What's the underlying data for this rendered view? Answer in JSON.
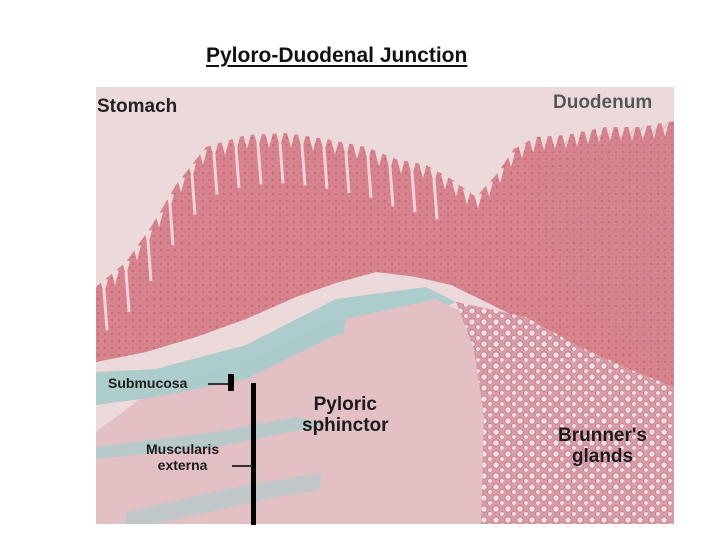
{
  "title": "Pyloro-Duodenal Junction",
  "labels": {
    "stomach": "Stomach",
    "duodenum": "Duodenum",
    "submucosa": "Submucosa",
    "muscularis_line1": "Muscularis",
    "muscularis_line2": "externa",
    "pyloric_line1": "Pyloric",
    "pyloric_line2": "sphinctor",
    "brunners_line1": "Brunner's",
    "brunners_line2": "glands"
  },
  "colors": {
    "mucosa": "#d8848f",
    "submucosa": "#a9cccb",
    "muscle": "#e3c0c4",
    "background_tissue": "#ecd9da",
    "glands": "#d79ca7"
  }
}
